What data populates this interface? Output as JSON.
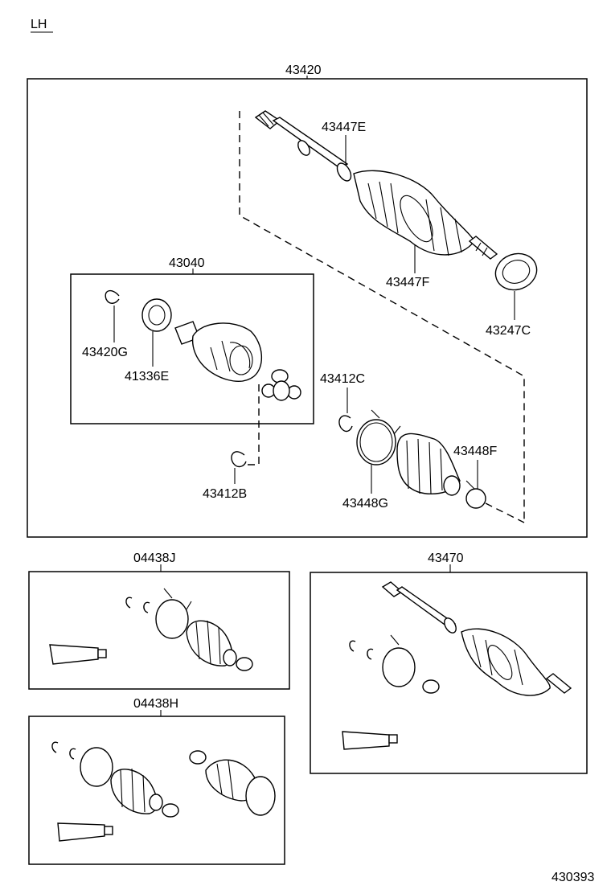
{
  "header": {
    "side_label": "LH"
  },
  "footer": {
    "diagram_number": "430393"
  },
  "callouts": {
    "shaft_assembly": "43420",
    "outer_boot_clamp": "43447E",
    "outer_boot_band": "43447F",
    "dust_seal": "43247C",
    "inboard_joint": "43040",
    "snap_ring_g": "43420G",
    "seal_e": "41336E",
    "snap_ring_c": "43412C",
    "band_f": "43448F",
    "band_g": "43448G",
    "snap_ring_b": "43412B",
    "boot_kit_j": "04438J",
    "boot_kit_h": "04438H",
    "shaft_assembly_2": "43470"
  }
}
